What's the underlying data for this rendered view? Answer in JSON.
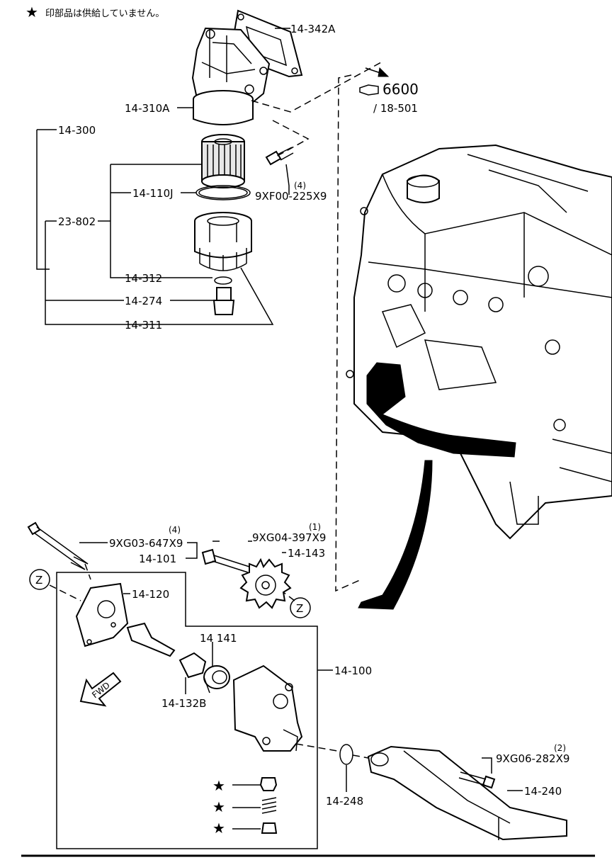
{
  "note": {
    "star": "★",
    "text": "印部品は供給していません。"
  },
  "callouts": {
    "p14_342A": "14-342A",
    "p14_310A": "14-310A",
    "p14_300": "14-300",
    "p14_110J": "14-110J",
    "p23_802": "23-802",
    "p14_312": "14-312",
    "p14_274": "14-274",
    "p14_311": "14-311",
    "bolt_9XF00": "9XF00-225X9",
    "bolt_9XF00_qty": "(4)",
    "ref_6600": "6600",
    "ref_18_501": "/ 18-501",
    "bolt_9XG03": "9XG03-647X9",
    "bolt_9XG03_qty": "(4)",
    "p14_101": "14-101",
    "bolt_9XG04": "9XG04-397X9",
    "bolt_9XG04_qty": "(1)",
    "p14_143": "14-143",
    "p14_120": "14-120",
    "p14_141": "14 141",
    "p14_132B": "14-132B",
    "p14_100": "14-100",
    "p14_248": "14-248",
    "bolt_9XG06": "9XG06-282X9",
    "bolt_9XG06_qty": "(2)",
    "p14_240": "14-240",
    "fwd": "FWD",
    "z_top": "Z",
    "z_right": "Z"
  }
}
